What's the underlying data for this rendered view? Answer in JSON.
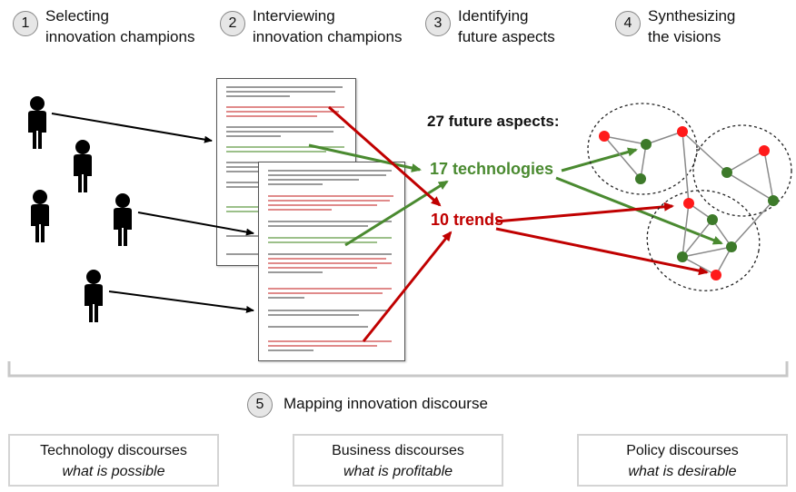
{
  "steps": [
    {
      "num": "1",
      "lines": [
        "Selecting",
        "innovation champions"
      ]
    },
    {
      "num": "2",
      "lines": [
        "Interviewing",
        "innovation champions"
      ]
    },
    {
      "num": "3",
      "lines": [
        "Identifying",
        "future aspects"
      ]
    },
    {
      "num": "4",
      "lines": [
        "Synthesizing",
        "the visions"
      ]
    }
  ],
  "aspects": {
    "title": "27 future aspects:",
    "technologies": "17 technologies",
    "trends": "10 trends"
  },
  "mapping": {
    "num": "5",
    "title": "Mapping innovation discourse"
  },
  "discourses": [
    {
      "title": "Technology discourses",
      "subtitle": "what is possible"
    },
    {
      "title": "Business discourses",
      "subtitle": "what is profitable"
    },
    {
      "title": "Policy discourses",
      "subtitle": "what is desirable"
    }
  ],
  "colors": {
    "green": "#4a8a30",
    "red": "#c00000",
    "node_red": "#ff1a1a",
    "node_green": "#3d7a2a"
  }
}
